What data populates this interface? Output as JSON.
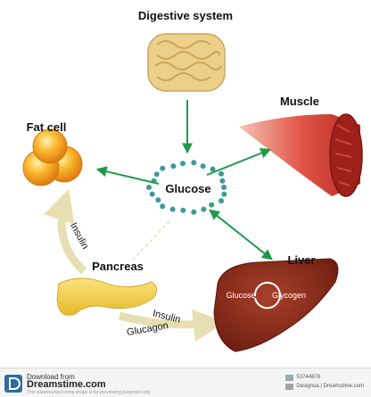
{
  "nodes": {
    "digestive": "Digestive system",
    "muscle": "Muscle",
    "fat": "Fat cell",
    "glucose": "Glucose",
    "pancreas": "Pancreas",
    "liver": "Liver",
    "liver_glucose": "Glucose",
    "liver_glycogen": "Glycogen"
  },
  "arrow_labels": {
    "insulin_to_fat": "Insulin",
    "insulin_to_liver": "Insulin",
    "glucagon_to_liver": "Glucagon"
  },
  "colors": {
    "green_arrow": "#1f9a4a",
    "hormone_arrow": "#e6dfb2",
    "glucose_dot": "#3d9a98",
    "liver": "#8f2a1a",
    "pancreas": "#f2d24a",
    "fat": "#f6a823",
    "muscle": "#d9483d",
    "intestine": "#ecd08a"
  },
  "footer": {
    "download_from": "Download from",
    "brand": "Dreamstime.com",
    "note": "This watermarked comp image is for previewing purposes only.",
    "id": "53744878",
    "credit": "Designua | Dreamstime.com"
  }
}
